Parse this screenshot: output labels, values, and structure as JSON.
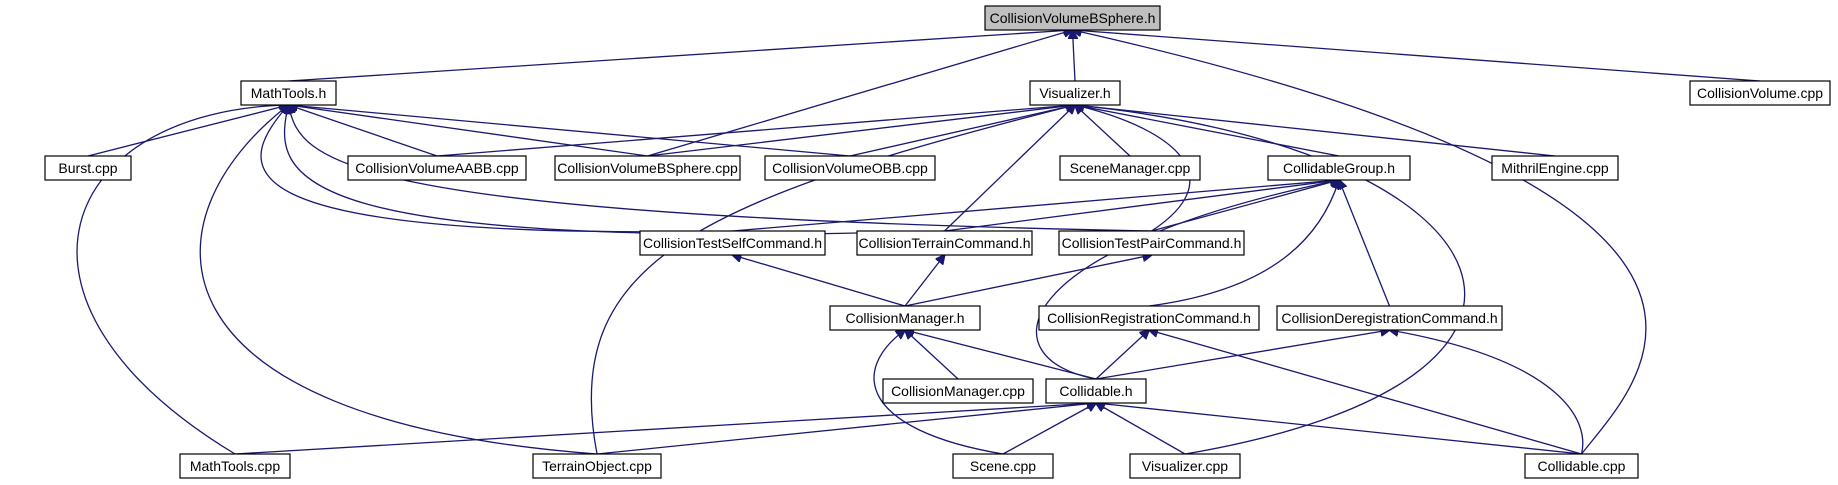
{
  "diagram": {
    "type": "include-dependency-graph",
    "nodes": [
      {
        "id": "collisionvolumebsphere_h",
        "label": "CollisionVolumeBSphere.h",
        "root": true
      },
      {
        "id": "mathtools_h",
        "label": "MathTools.h"
      },
      {
        "id": "visualizer_h",
        "label": "Visualizer.h"
      },
      {
        "id": "collisionvolume_cpp",
        "label": "CollisionVolume.cpp"
      },
      {
        "id": "burst_cpp",
        "label": "Burst.cpp"
      },
      {
        "id": "collisionvolumeaabb_cpp",
        "label": "CollisionVolumeAABB.cpp"
      },
      {
        "id": "collisionvolumebsphere_cpp",
        "label": "CollisionVolumeBSphere.cpp"
      },
      {
        "id": "collisionvolumeobb_cpp",
        "label": "CollisionVolumeOBB.cpp"
      },
      {
        "id": "scenemanager_cpp",
        "label": "SceneManager.cpp"
      },
      {
        "id": "collidablegroup_h",
        "label": "CollidableGroup.h"
      },
      {
        "id": "mithrilengine_cpp",
        "label": "MithrilEngine.cpp"
      },
      {
        "id": "collisiontestselfcommand_h",
        "label": "CollisionTestSelfCommand.h"
      },
      {
        "id": "collisionterraincommand_h",
        "label": "CollisionTerrainCommand.h"
      },
      {
        "id": "collisiontestpaircommand_h",
        "label": "CollisionTestPairCommand.h"
      },
      {
        "id": "collisionmanager_h",
        "label": "CollisionManager.h"
      },
      {
        "id": "collisionregistrationcommand_h",
        "label": "CollisionRegistrationCommand.h"
      },
      {
        "id": "collisionderegistrationcommand_h",
        "label": "CollisionDeregistrationCommand.h"
      },
      {
        "id": "collisionmanager_cpp",
        "label": "CollisionManager.cpp"
      },
      {
        "id": "collidable_h",
        "label": "Collidable.h"
      },
      {
        "id": "mathtools_cpp",
        "label": "MathTools.cpp"
      },
      {
        "id": "terrainobject_cpp",
        "label": "TerrainObject.cpp"
      },
      {
        "id": "scene_cpp",
        "label": "Scene.cpp"
      },
      {
        "id": "visualizer_cpp",
        "label": "Visualizer.cpp"
      },
      {
        "id": "collidable_cpp",
        "label": "Collidable.cpp"
      }
    ],
    "edges": [
      {
        "from": "mathtools_h",
        "to": "collisionvolumebsphere_h"
      },
      {
        "from": "visualizer_h",
        "to": "collisionvolumebsphere_h"
      },
      {
        "from": "collisionvolume_cpp",
        "to": "collisionvolumebsphere_h"
      },
      {
        "from": "collisionvolumebsphere_cpp",
        "to": "collisionvolumebsphere_h"
      },
      {
        "from": "collidable_cpp",
        "to": "collisionvolumebsphere_h"
      },
      {
        "from": "burst_cpp",
        "to": "mathtools_h"
      },
      {
        "from": "collisionvolumeaabb_cpp",
        "to": "mathtools_h"
      },
      {
        "from": "collisionvolumebsphere_cpp",
        "to": "mathtools_h"
      },
      {
        "from": "collisionvolumeobb_cpp",
        "to": "mathtools_h"
      },
      {
        "from": "collisiontestselfcommand_h",
        "to": "mathtools_h"
      },
      {
        "from": "collisionterraincommand_h",
        "to": "mathtools_h"
      },
      {
        "from": "collisiontestpaircommand_h",
        "to": "mathtools_h"
      },
      {
        "from": "mathtools_cpp",
        "to": "mathtools_h"
      },
      {
        "from": "terrainobject_cpp",
        "to": "mathtools_h"
      },
      {
        "from": "collisionvolumeaabb_cpp",
        "to": "visualizer_h"
      },
      {
        "from": "collisionvolumebsphere_cpp",
        "to": "visualizer_h"
      },
      {
        "from": "collisionvolumeobb_cpp",
        "to": "visualizer_h"
      },
      {
        "from": "scenemanager_cpp",
        "to": "visualizer_h"
      },
      {
        "from": "collidablegroup_h",
        "to": "visualizer_h"
      },
      {
        "from": "mithrilengine_cpp",
        "to": "visualizer_h"
      },
      {
        "from": "collisionterraincommand_h",
        "to": "visualizer_h"
      },
      {
        "from": "collisiontestpaircommand_h",
        "to": "visualizer_h"
      },
      {
        "from": "terrainobject_cpp",
        "to": "visualizer_h"
      },
      {
        "from": "visualizer_cpp",
        "to": "visualizer_h"
      },
      {
        "from": "collisiontestselfcommand_h",
        "to": "collidablegroup_h"
      },
      {
        "from": "collisionterraincommand_h",
        "to": "collidablegroup_h"
      },
      {
        "from": "collisiontestpaircommand_h",
        "to": "collidablegroup_h"
      },
      {
        "from": "collisionregistrationcommand_h",
        "to": "collidablegroup_h"
      },
      {
        "from": "collisionderegistrationcommand_h",
        "to": "collidablegroup_h"
      },
      {
        "from": "collidable_h",
        "to": "collidablegroup_h"
      },
      {
        "from": "collisionmanager_h",
        "to": "collisiontestselfcommand_h"
      },
      {
        "from": "collisionmanager_h",
        "to": "collisionterraincommand_h"
      },
      {
        "from": "collisionmanager_h",
        "to": "collisiontestpaircommand_h"
      },
      {
        "from": "collisionmanager_cpp",
        "to": "collisionmanager_h"
      },
      {
        "from": "collidable_h",
        "to": "collisionmanager_h"
      },
      {
        "from": "scene_cpp",
        "to": "collisionmanager_h"
      },
      {
        "from": "collidable_h",
        "to": "collisionregistrationcommand_h"
      },
      {
        "from": "collidable_cpp",
        "to": "collisionregistrationcommand_h"
      },
      {
        "from": "collidable_h",
        "to": "collisionderegistrationcommand_h"
      },
      {
        "from": "collidable_cpp",
        "to": "collisionderegistrationcommand_h"
      },
      {
        "from": "mathtools_cpp",
        "to": "collidable_h"
      },
      {
        "from": "terrainobject_cpp",
        "to": "collidable_h"
      },
      {
        "from": "scene_cpp",
        "to": "collidable_h"
      },
      {
        "from": "visualizer_cpp",
        "to": "collidable_h"
      },
      {
        "from": "collidable_cpp",
        "to": "collidable_h"
      }
    ],
    "colors": {
      "edge": "#191970",
      "root_fill": "#bfbfbf",
      "node_fill": "#ffffff",
      "node_border": "#000000"
    }
  }
}
